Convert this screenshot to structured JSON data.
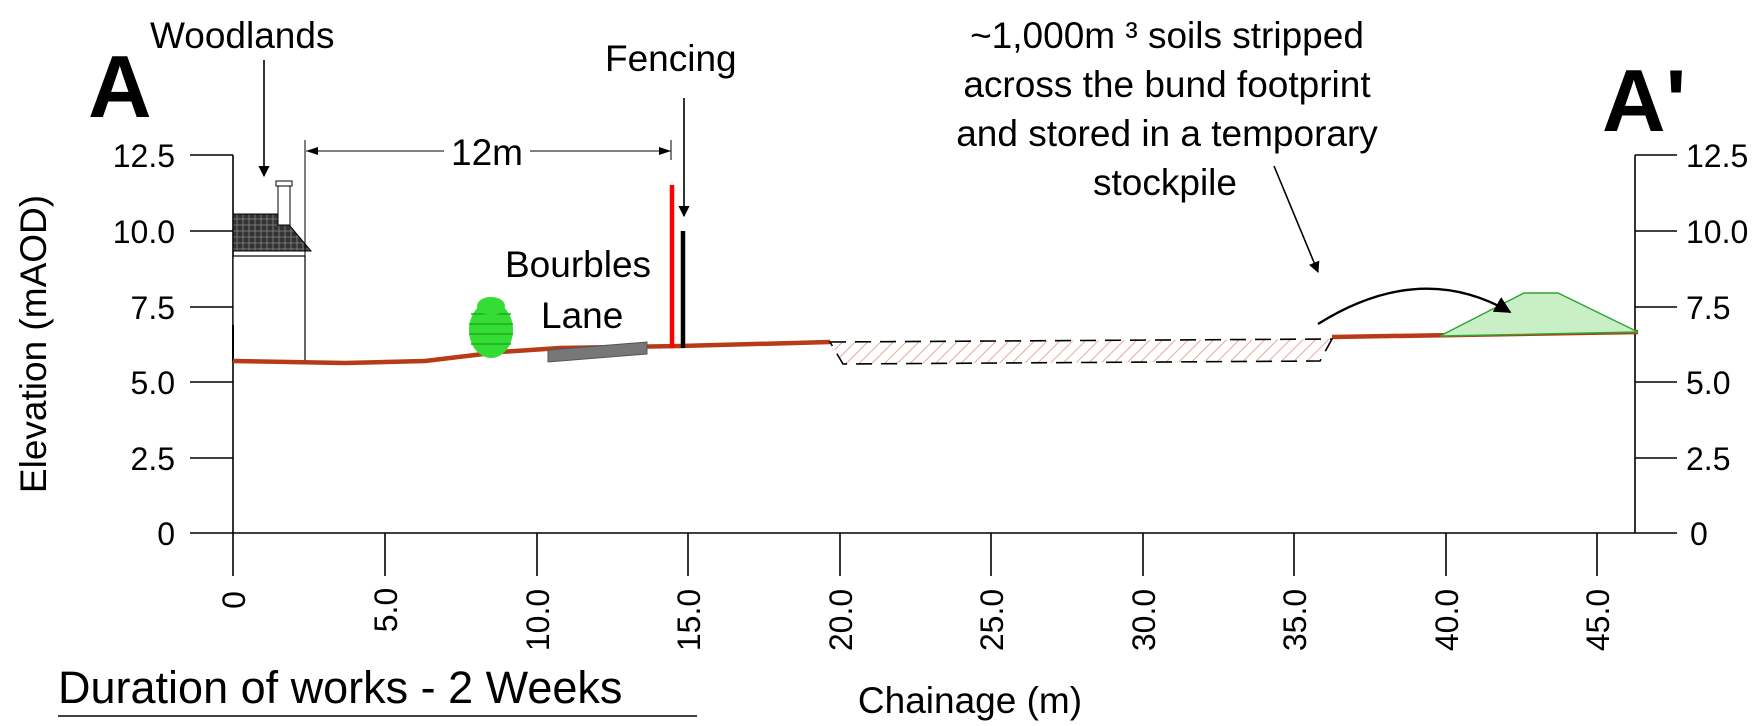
{
  "section_start_label": "A",
  "section_end_label": "A'",
  "labels": {
    "woodlands": "Woodlands",
    "fencing": "Fencing",
    "dimension": "12m",
    "road_line1": "Bourbles",
    "road_line2": "Lane",
    "soils_line1": "~1,000m ³ soils stripped",
    "soils_line2": "across the bund footprint",
    "soils_line3": "and stored in a temporary",
    "soils_line4": "stockpile",
    "duration": "Duration of works - 2 Weeks"
  },
  "axes": {
    "ylabel": "Elevation (mAOD)",
    "xlabel": "Chainage (m)",
    "yticks_left": [
      "0",
      "2.5",
      "5.0",
      "7.5",
      "10.0",
      "12.5"
    ],
    "yticks_right": [
      "0",
      "2.5",
      "5.0",
      "7.5",
      "10.0",
      "12.5"
    ],
    "xticks": [
      "0",
      "5.0",
      "10.0",
      "15.0",
      "20.0",
      "25.0",
      "30.0",
      "35.0",
      "40.0",
      "45.0"
    ]
  },
  "colors": {
    "ground": "#b83a17",
    "fence_red": "#ff0000",
    "tree": "#33dd33",
    "stockpile_fill": "#c9efc7",
    "stockpile_stroke": "#2fa62f",
    "road": "#777777",
    "strip_hatch": "#e8a8a0"
  }
}
